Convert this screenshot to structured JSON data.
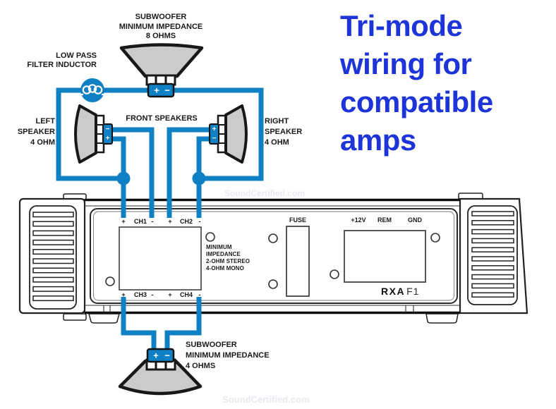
{
  "title": {
    "lines": [
      "Tri-mode",
      "wiring for",
      "compatible",
      "amps"
    ],
    "color": "#1d34d8"
  },
  "colors": {
    "wire_blue": "#1080c5",
    "title_blue": "#1d34d8",
    "speaker_fill": "#cbcbcb",
    "line_art": "#222222",
    "watermark_gray": "#e8eaf2"
  },
  "glyphs": {
    "plus": "+",
    "minus": "−"
  },
  "top_subwoofer": {
    "label_lines": [
      "SUBWOOFER",
      "MINIMUM IMPEDANCE",
      "8 OHMS"
    ]
  },
  "low_pass": {
    "label_lines": [
      "LOW PASS",
      "FILTER INDUCTOR"
    ]
  },
  "front_speakers_label": "FRONT SPEAKERS",
  "left_speaker": {
    "label_lines": [
      "LEFT",
      "SPEAKER",
      "4 OHM"
    ]
  },
  "right_speaker": {
    "label_lines": [
      "RIGHT",
      "SPEAKER",
      "4 OHM"
    ]
  },
  "amp": {
    "channels_top": [
      "+",
      "CH1",
      "-",
      "+",
      "CH2",
      "-"
    ],
    "channels_bottom": [
      "+",
      "CH3",
      "-",
      "+",
      "CH4",
      "-"
    ],
    "impedance_note_lines": [
      "MINIMUM",
      "IMPEDANCE",
      "2-OHM STEREO",
      "4-OHM MONO"
    ],
    "fuse_label": "FUSE",
    "power_labels": [
      "+12V",
      "REM",
      "GND"
    ],
    "brand": "RXA",
    "model": "F1"
  },
  "bottom_subwoofer": {
    "label_lines": [
      "SUBWOOFER",
      "MINIMUM IMPEDANCE",
      "4 OHMS"
    ]
  },
  "watermark": {
    "middle": "SoundCertified.com",
    "bottom": "SoundCertified.com"
  }
}
